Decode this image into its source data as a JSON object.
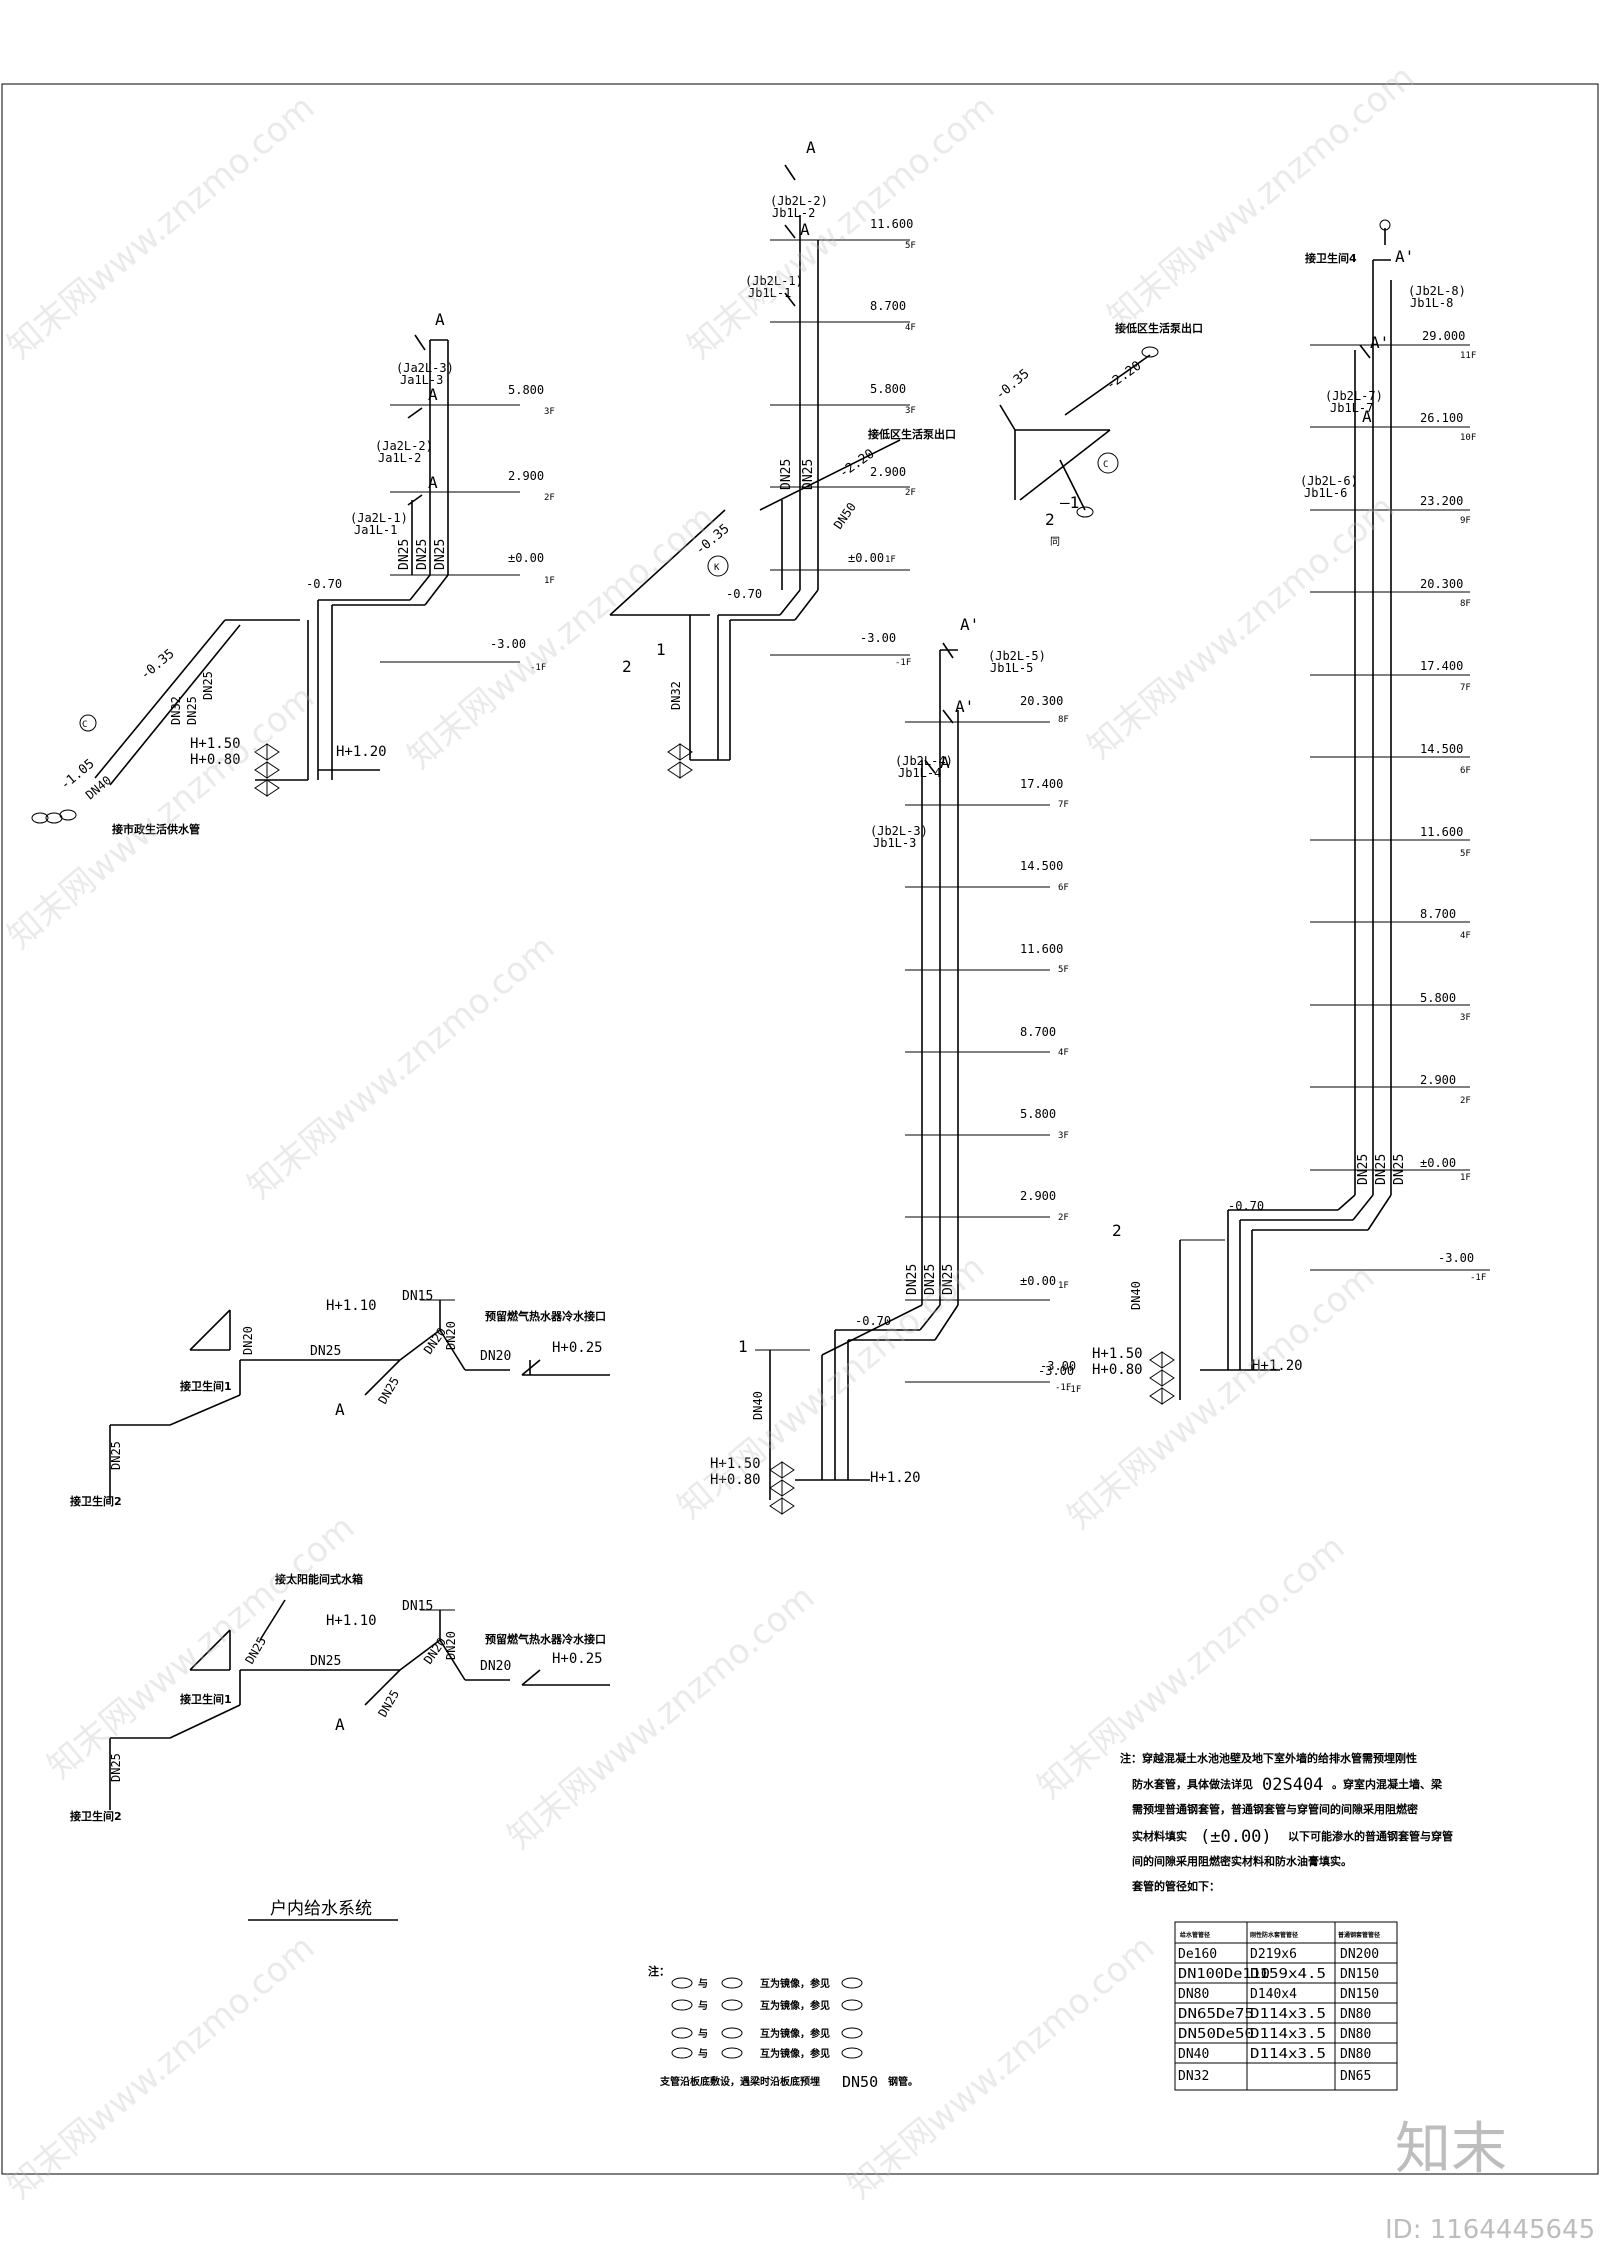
{
  "diagram_labels": {
    "dn15": "DN15",
    "dn20": "DN20",
    "dn25": "DN25",
    "dn32": "DN32",
    "dn40": "DN40",
    "dn50": "DN50",
    "floors": [
      "1F",
      "2F",
      "3F",
      "4F",
      "5F",
      "6F",
      "7F",
      "8F",
      "9F",
      "10F",
      "11F",
      "-1F"
    ],
    "elevations": [
      "±0.00",
      "2.900",
      "5.800",
      "8.700",
      "11.600",
      "14.500",
      "17.400",
      "20.300",
      "23.200",
      "26.100",
      "29.000",
      "-3.00",
      "-0.70",
      "-0.35",
      "-1.05",
      "-2.20"
    ],
    "heights": [
      "H+1.50",
      "H+0.80",
      "H+1.20",
      "H+1.10",
      "H+0.25"
    ],
    "risers": {
      "g1": [
        "(Ja2L-3)",
        "Ja1L-3",
        "(Ja2L-2)",
        "Ja1L-2",
        "(Ja2L-1)",
        "Ja1L-1"
      ],
      "g2": [
        "(Jb2L-2)",
        "Jb1L-2",
        "(Jb2L-1)",
        "Jb1L-1"
      ],
      "g3": [
        "(Jb2L-5)",
        "Jb1L-5",
        "(Jb2L-4)",
        "Jb1L-4",
        "(Jb2L-3)",
        "Jb1L-3"
      ],
      "g4": [
        "(Jb2L-8)",
        "Jb1L-8",
        "(Jb2L-7)",
        "Jb1L-7",
        "(Jb2L-6)",
        "Jb1L-6"
      ]
    },
    "markers": {
      "a": "A",
      "a_prime": "A'",
      "c": "C",
      "k": "K",
      "one": "1",
      "two": "2",
      "yi": "—1",
      "er": "2"
    },
    "notes": {
      "municipal": "接市政生活供水管",
      "lowzone_out": "接低区生活泵出口",
      "bath1": "接卫生间1",
      "bath2": "接卫生间2",
      "bath4": "接卫生间4",
      "gas_heater": "预留燃气热水器冷水接口",
      "solar": "接太阳能间式水箱",
      "tongtong": "同"
    },
    "caption": "户内给水系统"
  },
  "notes_block": {
    "l1": "注：穿越混凝土水池池壁及地下室外墙的给排水管需预埋刚性",
    "l2a": "防水套管，具体做法详见",
    "l2b": "02S404",
    "l2c": "。穿室内混凝土墙、梁",
    "l3": "需预埋普通钢套管，普通钢套管与穿管间的间隙采用阻燃密",
    "l4a": "实材料填实",
    "l4b": "(±0.00)",
    "l4c": "以下可能渗水的普通钢套管与穿管",
    "l5": "间的间隙采用阻燃密实材料和防水油膏填实。",
    "l6": "套管的管径如下："
  },
  "sleeve_table": {
    "headers": [
      "给水管管径",
      "刚性防水套管管径",
      "普通钢套管管径"
    ],
    "rows": [
      [
        "De160",
        "D219x6",
        "DN200"
      ],
      [
        "DN100De110",
        "D159x4.5",
        "DN150"
      ],
      [
        "DN80",
        "D140x4",
        "DN150"
      ],
      [
        "DN65De75",
        "D114x3.5",
        "DN80"
      ],
      [
        "DN50De50",
        "D114x3.5",
        "DN80"
      ],
      [
        "DN40",
        "D114x3.5",
        "DN80"
      ],
      [
        "DN32",
        "",
        "DN65"
      ]
    ]
  },
  "legend": {
    "title": "注：",
    "yu": "与",
    "row_text": "互为镜像，参见",
    "footer_a": "支管沿板底敷设，遇梁时沿板底预埋",
    "footer_b": "DN50",
    "footer_c": "钢管。"
  },
  "watermark": {
    "text": "知末网www.znzmo.com",
    "brand": "知末",
    "id": "ID: 1164445645"
  }
}
